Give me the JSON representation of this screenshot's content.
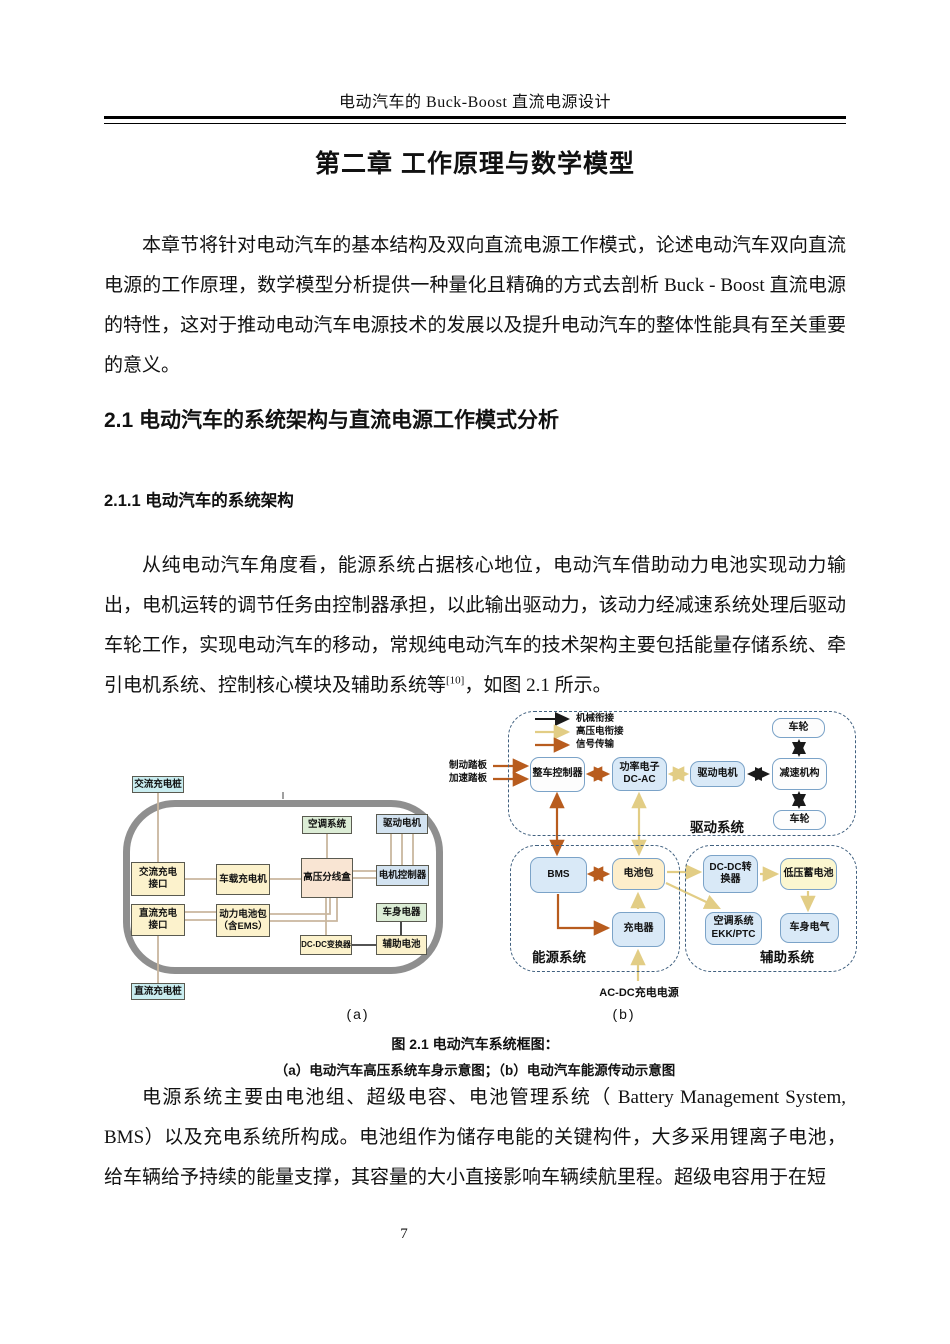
{
  "header": {
    "title": "电动汽车的 Buck-Boost 直流电源设计"
  },
  "chapter": {
    "title": "第二章  工作原理与数学模型"
  },
  "sections": {
    "h21": "2.1 电动汽车的系统架构与直流电源工作模式分析",
    "h211": "2.1.1 电动汽车的系统架构"
  },
  "paragraphs": {
    "p1": "本章节将针对电动汽车的基本结构及双向直流电源工作模式，论述电动汽车双向直流电源的工作原理，数学模型分析提供一种量化且精确的方式去剖析 Buck - Boost 直流电源的特性，这对于推动电动汽车电源技术的发展以及提升电动汽车的整体性能具有至关重要的意义。",
    "p2_main": "从纯电动汽车角度看，能源系统占据核心地位，电动汽车借助动力电池实现动力输出，电机运转的调节任务由控制器承担，以此输出驱动力，该动力经减速系统处理后驱动车轮工作，实现电动汽车的移动，常规纯电动汽车的技术架构主要包括能量存储系统、牵引电机系统、控制核心模块及辅助系统等",
    "p2_ref": "[10]",
    "p2_tail": "，如图 2.1 所示。",
    "p3": "电源系统主要由电池组、超级电容、电池管理系统（ Battery Management System, BMS）以及充电系统所构成。电池组作为储存电能的关键构件，大多采用锂离子电池，给车辆给予持续的能量支撑，其容量的大小直接影响车辆续航里程。超级电容用于在短"
  },
  "figure": {
    "caption_title": "图 2.1 电动汽车系统框图：",
    "caption_sub": "（a）电动汽车高压系统车身示意图；（b）电动汽车能源传动示意图",
    "panel_a": {
      "label": "(a)",
      "boxes": {
        "ac_pile": "交流充电桩",
        "ac_port_l1": "交流充电",
        "ac_port_l2": "接口",
        "obc": "车载充电机",
        "dc_port_l1": "直流充电",
        "dc_port_l2": "接口",
        "pack_l1": "动力电池包",
        "pack_l2": "（含EMS）",
        "pdu": "高压分线盒",
        "hvac": "空调系统",
        "motor": "驱动电机",
        "mcu": "电机控制器",
        "body_elec": "车身电器",
        "dcdc": "DC-DC变换器",
        "aux_batt": "辅助电池",
        "dc_pile": "直流充电桩"
      }
    },
    "panel_b": {
      "label": "(b)",
      "legend": {
        "mech": "机械衔接",
        "hv": "高压电衔接",
        "signal": "信号传输"
      },
      "pedals": {
        "brake": "制动踏板",
        "accel": "加速踏板"
      },
      "boxes": {
        "vcu": "整车控制器",
        "pe_l1": "功率电子",
        "pe_l2": "DC-AC",
        "motor": "驱动电机",
        "reducer": "减速机构",
        "wheel_top": "车轮",
        "wheel_bottom": "车轮",
        "bms": "BMS",
        "pack": "电池包",
        "charger": "充电器",
        "dcdc": "DC-DC转换器",
        "lv_batt": "低压蓄电池",
        "ac_l1": "空调系统",
        "ac_l2": "EKK/PTC",
        "body_elec": "车身电气"
      },
      "groups": {
        "drive": "驱动系统",
        "energy": "能源系统",
        "aux": "辅助系统"
      },
      "source": "AC-DC充电电源"
    },
    "colors": {
      "mechanical_arrow": "#1a1a1a",
      "high_voltage_arrow": "#e2cd85",
      "signal_arrow": "#b85c1e",
      "wiring_line": "#c9b69e"
    }
  },
  "page": {
    "number": "7"
  }
}
